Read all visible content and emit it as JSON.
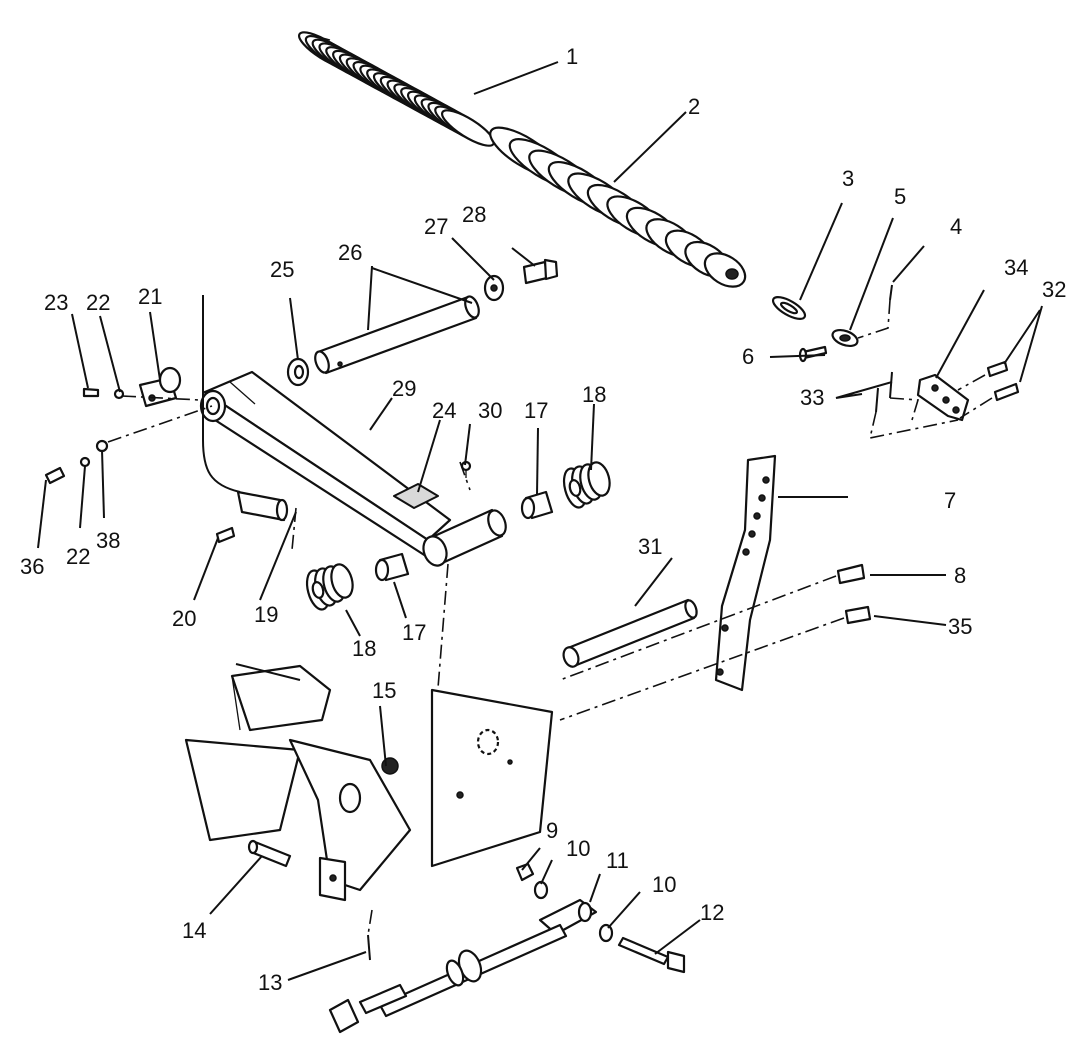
{
  "callouts": {
    "c1": "1",
    "c2": "2",
    "c3": "3",
    "c4": "4",
    "c5": "5",
    "c6": "6",
    "c7": "7",
    "c8": "8",
    "c9": "9",
    "c10a": "10",
    "c10b": "10",
    "c11": "11",
    "c12": "12",
    "c13": "13",
    "c14": "14",
    "c15": "15",
    "c17a": "17",
    "c17b": "17",
    "c18a": "18",
    "c18b": "18",
    "c19": "19",
    "c20": "20",
    "c21": "21",
    "c22a": "22",
    "c22b": "22",
    "c23": "23",
    "c24": "24",
    "c25": "25",
    "c26": "26",
    "c27": "27",
    "c28": "28",
    "c29": "29",
    "c30": "30",
    "c31": "31",
    "c32": "32",
    "c33": "33",
    "c34": "34",
    "c35": "35",
    "c36": "36",
    "c38": "38"
  },
  "colors": {
    "ink": "#111111",
    "background": "#ffffff"
  }
}
